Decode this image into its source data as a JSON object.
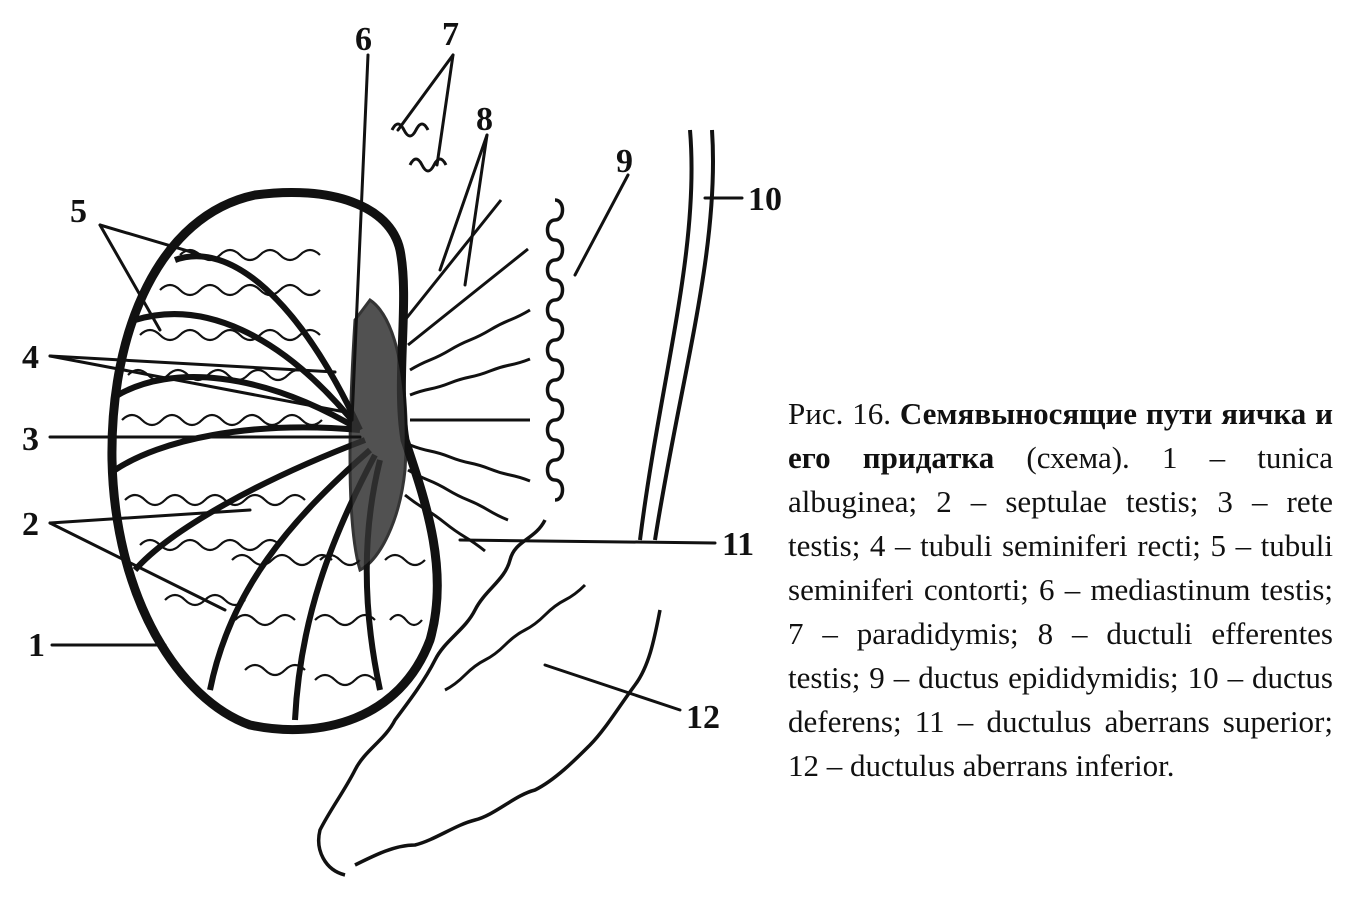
{
  "labels": [
    "1",
    "2",
    "3",
    "4",
    "5",
    "6",
    "7",
    "8",
    "9",
    "10",
    "11",
    "12"
  ],
  "caption": {
    "figure_ref": "Рис. 16.",
    "title": "Семявыносящие пути яичка и его придатка",
    "note": "(схема).",
    "legend": "1 – tunica albuginea; 2 – septulae testis; 3 – rete testis; 4 – tubuli seminiferi recti; 5 – tubuli seminiferi contorti; 6 – mediastinum testis; 7 – paradidymis; 8 – ductuli efferentes testis; 9 – ductus epididymidis; 10 – ductus deferens; 11 – ductulus aberrans superior; 12 – ductulus aberrans inferior."
  }
}
